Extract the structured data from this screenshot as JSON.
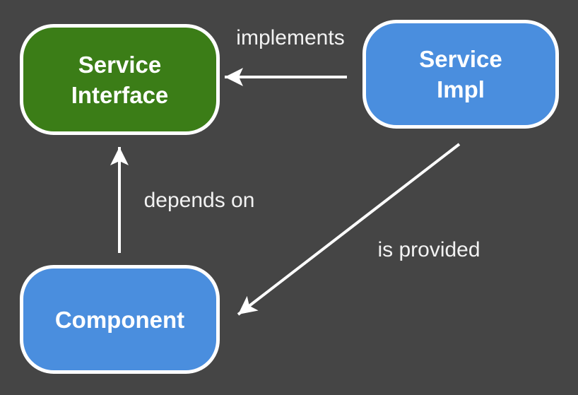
{
  "diagram": {
    "background_color": "#454545",
    "arrow_color": "#ffffff",
    "edge_label_color": "#f2f2f2",
    "node_text_color": "#ffffff",
    "node_border_color": "#ffffff",
    "nodes": [
      {
        "id": "service-interface",
        "label_line1": "Service",
        "label_line2": "Interface",
        "fill": "#3b7d17"
      },
      {
        "id": "service-impl",
        "label_line1": "Service",
        "label_line2": "Impl",
        "fill": "#4a8ede"
      },
      {
        "id": "component",
        "label_line1": "Component",
        "label_line2": "",
        "fill": "#4a8ede"
      }
    ],
    "edges": [
      {
        "label": "implements",
        "from": "Service Impl",
        "to": "Service Interface"
      },
      {
        "label": "depends on",
        "from": "Component",
        "to": "Service Interface"
      },
      {
        "label": "is provided",
        "from": "Service Impl",
        "to": "Component"
      }
    ]
  }
}
